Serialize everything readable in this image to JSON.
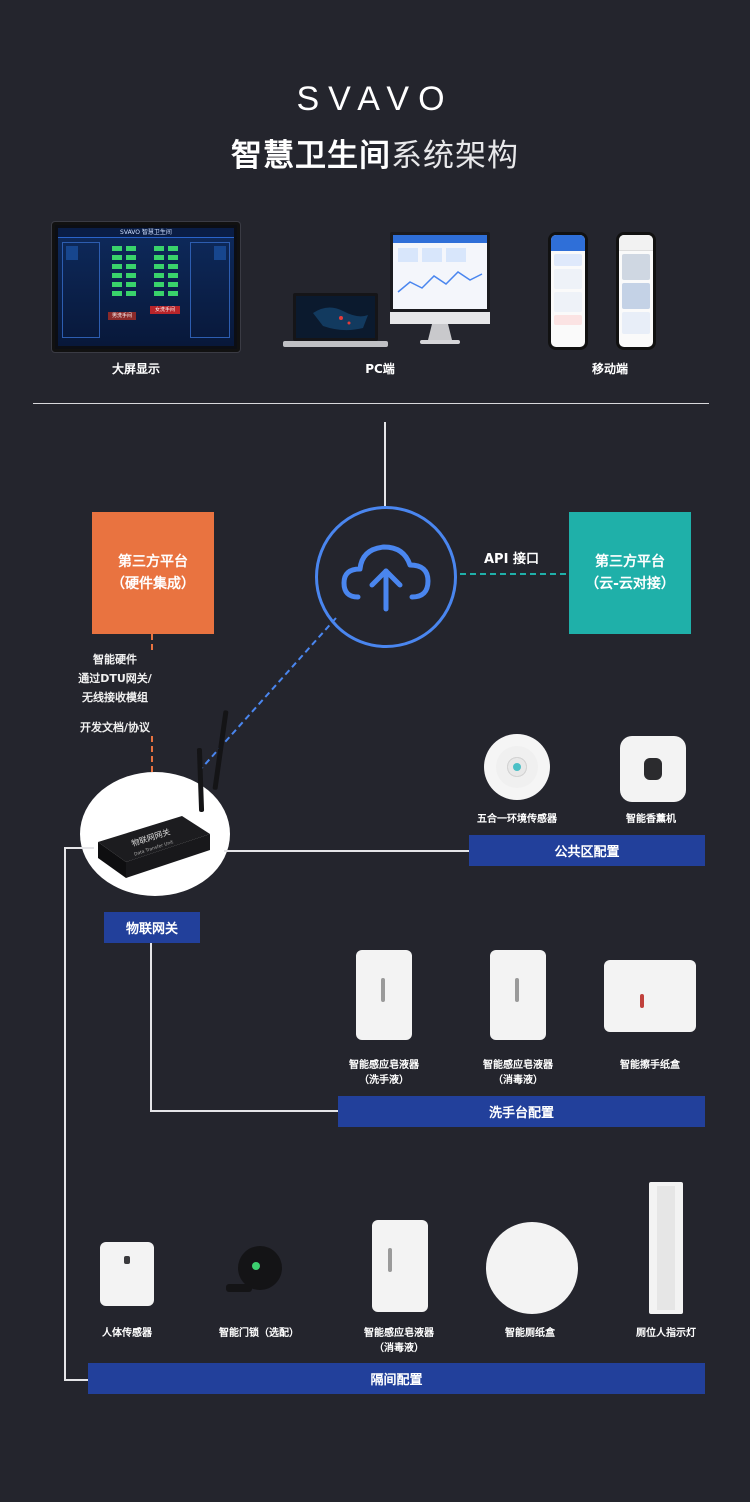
{
  "header": {
    "brand": "SVAVO",
    "title_bold": "智慧卫生间",
    "title_light": "系统架构"
  },
  "devices": {
    "bigscreen_label": "大屏显示",
    "pc_label": "PC端",
    "mobile_label": "移动端",
    "bigscreen_title": "SVAVO 智慧卫生间",
    "bigscreen_tag_left": "男洗手间",
    "bigscreen_tag_right": "女洗手间"
  },
  "architecture": {
    "platform_hw_line1": "第三方平台",
    "platform_hw_line2": "（硬件集成）",
    "platform_cloud_line1": "第三方平台",
    "platform_cloud_line2": "（云-云对接）",
    "api_label": "API 接口",
    "note_lines": [
      "智能硬件",
      "通过DTU网关/",
      "无线接收模组"
    ],
    "note_docs": "开发文档/协议",
    "gateway_label": "物联网关",
    "gateway_device_text": "物联网网关",
    "gateway_device_sub": "Data Transfer Unit"
  },
  "zones": {
    "public": {
      "label": "公共区配置",
      "products": [
        "五合一环境传感器",
        "智能香薰机"
      ]
    },
    "washbasin": {
      "label": "洗手台配置",
      "products": [
        {
          "line1": "智能感应皂液器",
          "line2": "（洗手液）"
        },
        {
          "line1": "智能感应皂液器",
          "line2": "（消毒液）"
        },
        {
          "line1": "智能擦手纸盒",
          "line2": ""
        }
      ]
    },
    "cubicle": {
      "label": "隔间配置",
      "products": [
        {
          "line1": "人体传感器",
          "line2": ""
        },
        {
          "line1": "智能门锁（选配）",
          "line2": ""
        },
        {
          "line1": "智能感应皂液器",
          "line2": "（消毒液）"
        },
        {
          "line1": "智能厕纸盒",
          "line2": ""
        },
        {
          "line1": "厕位人指示灯",
          "line2": ""
        }
      ]
    }
  },
  "colors": {
    "background": "#24252d",
    "cloud_blue": "#4a86ef",
    "platform_orange": "#e97340",
    "platform_teal": "#1fb0a9",
    "zone_bar": "#22409b"
  }
}
